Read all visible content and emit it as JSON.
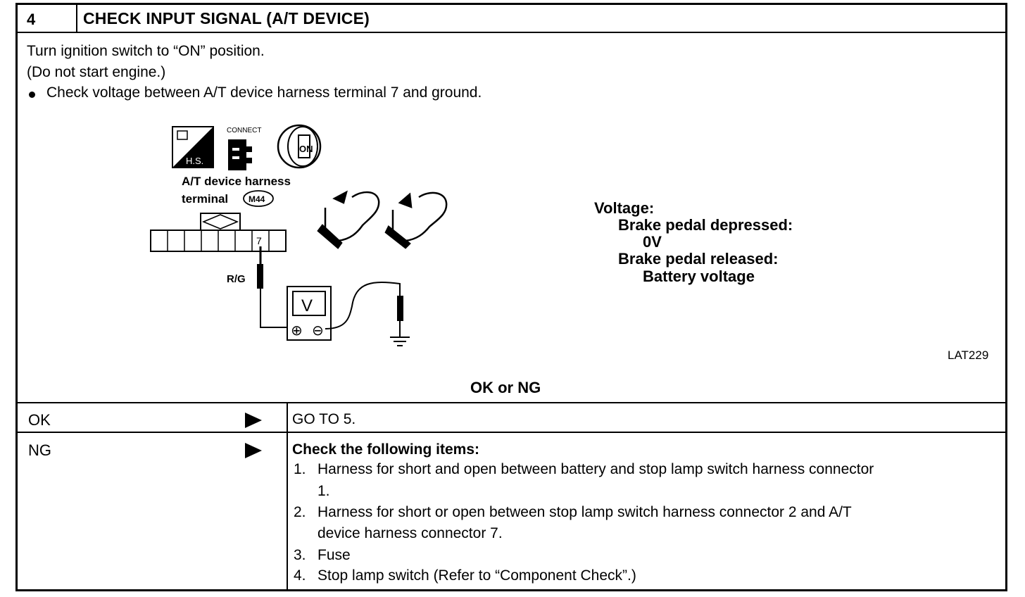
{
  "step": {
    "number": "4",
    "title": "CHECK INPUT SIGNAL (A/T DEVICE)"
  },
  "instructions": {
    "line1": "Turn ignition switch to “ON” position.",
    "line2": "(Do not start engine.)",
    "line3": "Check voltage between A/T device harness terminal 7 and ground."
  },
  "diagram": {
    "icons": [
      "harness-side-icon",
      "connect-icon",
      "ignition-key-on-icon",
      "brake-pedal-depress-icon",
      "brake-pedal-release-icon",
      "voltmeter-icon",
      "ground-icon"
    ],
    "hs_label": "H.S.",
    "connect_label": "CONNECT",
    "key_label": "ON",
    "harness_label_line1": "A/T device harness",
    "harness_label_line2": "terminal",
    "connector_id": "M44",
    "terminal_number": "7",
    "wire_color": "R/G",
    "meter_label": "V",
    "meter_plus": "⊕",
    "meter_minus": "⊖",
    "figure_id": "LAT229"
  },
  "spec": {
    "heading": "Voltage:",
    "cond1": "Brake pedal depressed:",
    "val1": "0V",
    "cond2": "Brake pedal released:",
    "val2": "Battery voltage"
  },
  "judgement": "OK or NG",
  "results": {
    "ok_label": "OK",
    "ok_action": "GO TO 5.",
    "ng_label": "NG",
    "ng_heading": "Check the following items:",
    "ng_items": [
      {
        "num": "1.",
        "line1": "Harness for short and open between battery and stop lamp switch harness connector",
        "line2": "1."
      },
      {
        "num": "2.",
        "line1": "Harness for short or open between stop lamp switch harness connector 2 and A/T",
        "line2": "device harness connector 7."
      },
      {
        "num": "3.",
        "line1": "Fuse"
      },
      {
        "num": "4.",
        "line1": "Stop lamp switch (Refer to “Component Check”.)"
      }
    ]
  }
}
